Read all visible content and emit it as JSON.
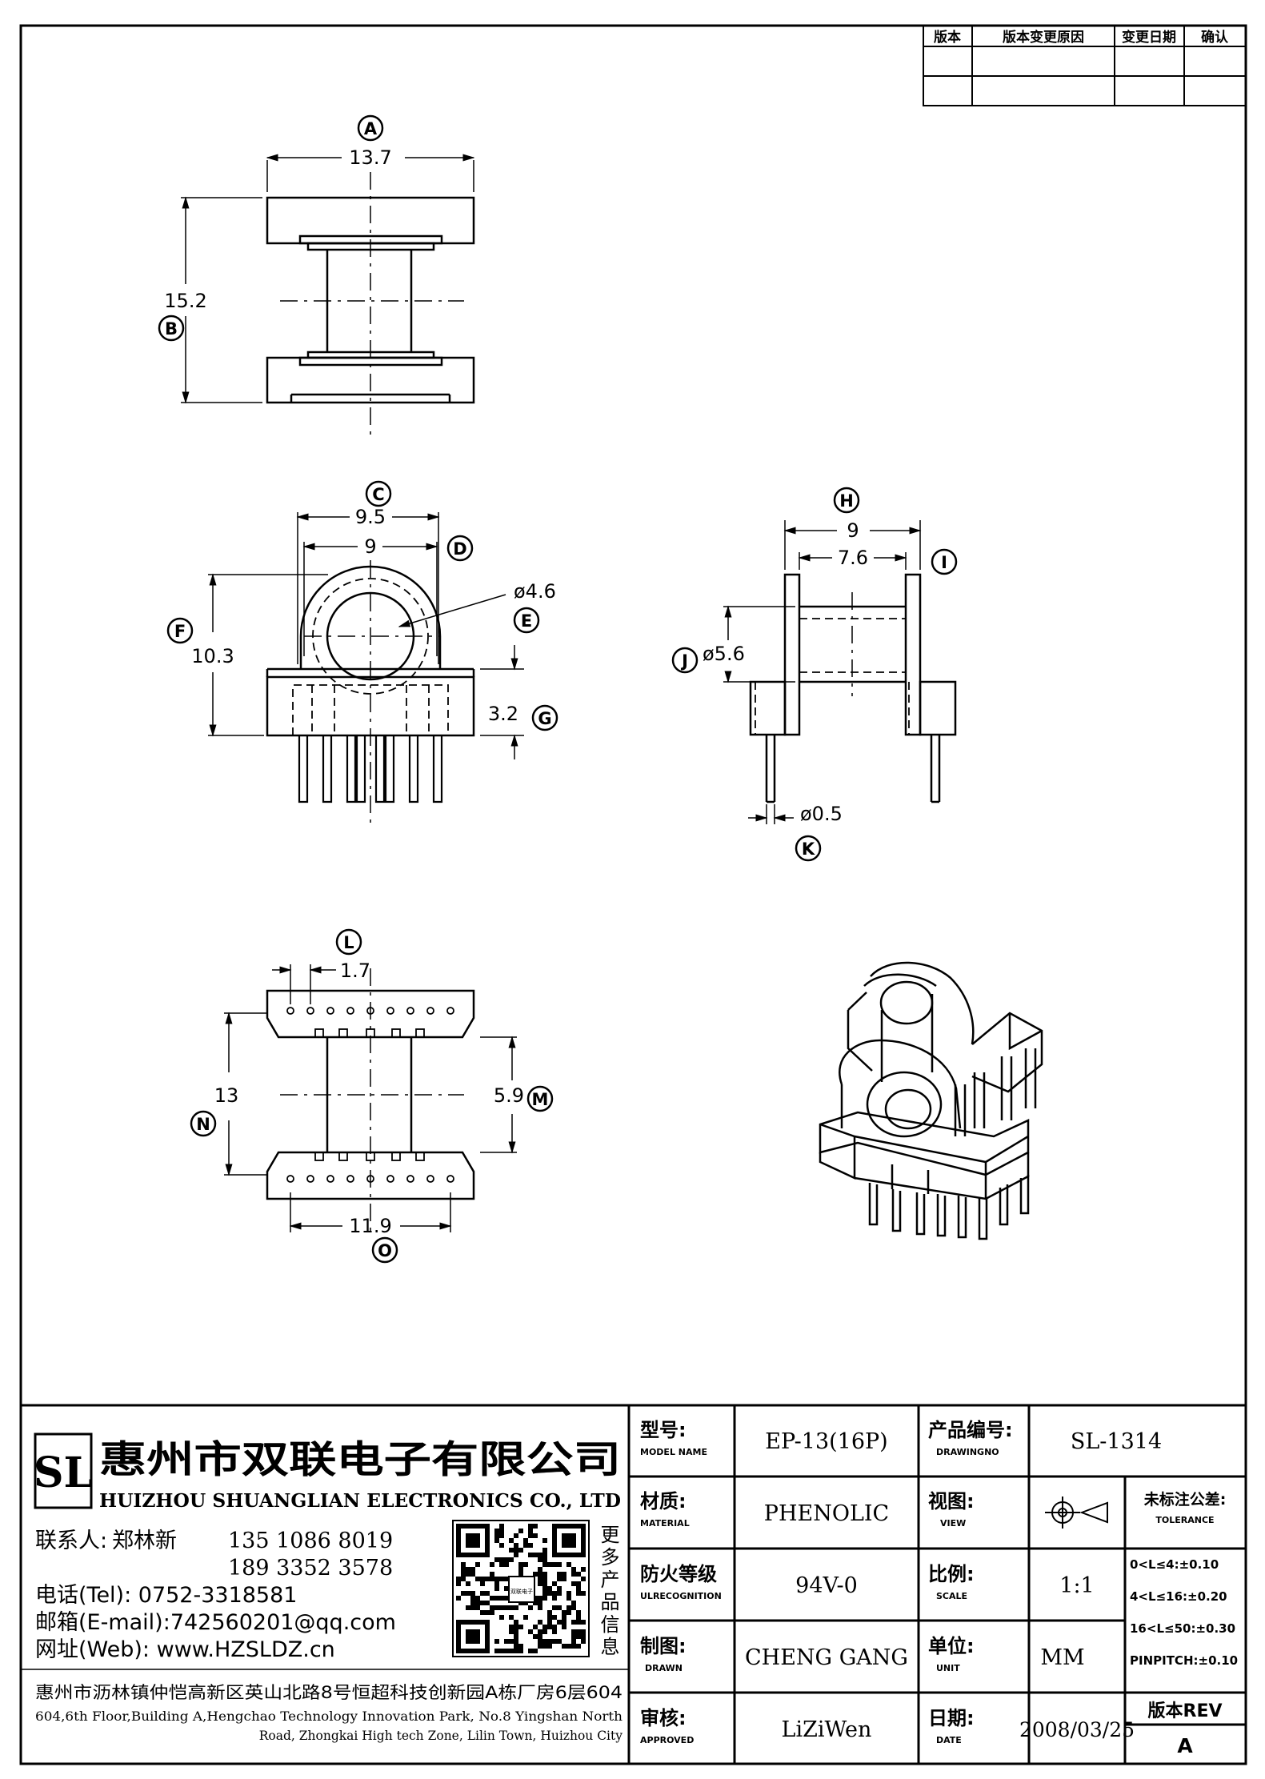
{
  "revision_table": {
    "headers": [
      "版本",
      "版本变更原因",
      "变更日期",
      "确认"
    ]
  },
  "dimensions": {
    "A": {
      "letter": "A",
      "value": "13.7"
    },
    "B": {
      "letter": "B",
      "value": "15.2"
    },
    "C": {
      "letter": "C",
      "value": "9.5"
    },
    "D": {
      "letter": "D",
      "value": "9"
    },
    "E": {
      "letter": "E",
      "value": "ø4.6"
    },
    "F": {
      "letter": "F",
      "value": "10.3"
    },
    "G": {
      "letter": "G",
      "value": "3.2"
    },
    "H": {
      "letter": "H",
      "value": "9"
    },
    "I": {
      "letter": "I",
      "value": "7.6"
    },
    "J": {
      "letter": "J",
      "value": "ø5.6"
    },
    "K": {
      "letter": "K",
      "value": "ø0.5"
    },
    "L": {
      "letter": "L",
      "value": "1.7"
    },
    "M": {
      "letter": "M",
      "value": "5.9"
    },
    "N": {
      "letter": "N",
      "value": "13"
    },
    "O": {
      "letter": "O",
      "value": "11.9"
    }
  },
  "company": {
    "logo_letters": "SL",
    "name_cn": "惠州市双联电子有限公司",
    "name_en": "HUIZHOU SHUANGLIAN ELECTRONICS CO., LTD",
    "contact_label": "联系人:",
    "contact_name": "郑林新",
    "phone1": "135 1086 8019",
    "phone2": "189 3352 3578",
    "tel": "电话(Tel): 0752-3318581",
    "email": "邮箱(E-mail):742560201@qq.com",
    "web": "网址(Web): www.HZSLDZ.cn",
    "qr_caption": "更多产品信息",
    "qr_center": "双联电子",
    "address_cn": "惠州市沥林镇仲恺高新区英山北路8号恒超科技创新园A栋厂房6层604",
    "address_en_1": "604,6th Floor,Building A,Hengchao Technology Innovation Park, No.8 Yingshan North",
    "address_en_2": "Road, Zhongkai High tech Zone, Lilin Town, Huizhou City"
  },
  "title_block": {
    "model_label_cn": "型号:",
    "model_label_en": "MODEL NAME",
    "model_value": "EP-13(16P)",
    "drawingno_label_cn": "产品编号:",
    "drawingno_label_en": "DRAWINGNO",
    "drawingno_value": "SL-1314",
    "material_label_cn": "材质:",
    "material_label_en": "MATERIAL",
    "material_value": "PHENOLIC",
    "view_label_cn": "视图:",
    "view_label_en": "VIEW",
    "tolerance_label_cn": "未标注公差:",
    "tolerance_label_en": "TOLERANCE",
    "tolerance_rows": [
      "0<L≤4:±0.10",
      "4<L≤16:±0.20",
      "16<L≤50:±0.30",
      "PINPITCH:±0.10"
    ],
    "ul_label_cn": "防火等级",
    "ul_label_en": "ULRECOGNITION",
    "ul_value": "94V-0",
    "scale_label_cn": "比例:",
    "scale_label_en": "SCALE",
    "scale_value": "1:1",
    "drawn_label_cn": "制图:",
    "drawn_label_en": "DRAWN",
    "drawn_value": "CHENG GANG",
    "unit_label_cn": "单位:",
    "unit_label_en": "UNIT",
    "unit_value": "MM",
    "approved_label_cn": "审核:",
    "approved_label_en": "APPROVED",
    "approved_value": "LiZiWen",
    "date_label_cn": "日期:",
    "date_label_en": "DATE",
    "date_value": "2008/03/25",
    "rev_label": "版本REV",
    "rev_value": "A"
  }
}
